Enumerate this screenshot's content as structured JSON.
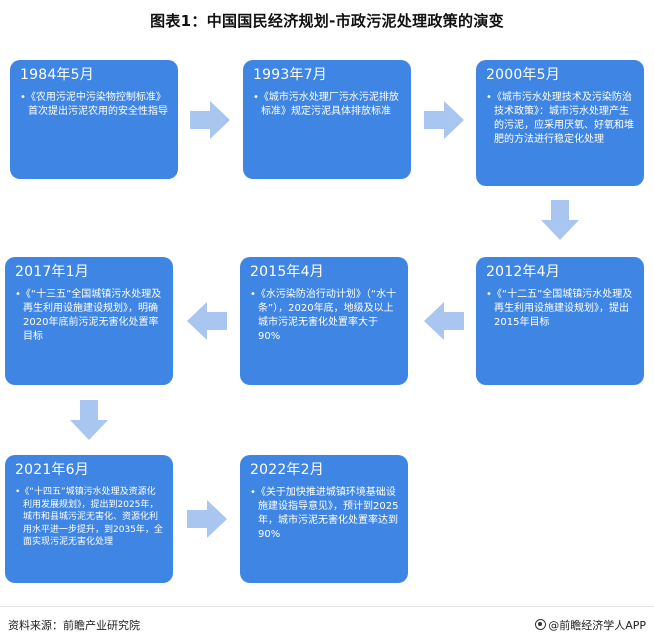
{
  "title": "图表1：中国国民经济规划-市政污泥处理政策的演变",
  "events": [
    {
      "date": "1984年5月",
      "desc": "•《农用污泥中污染物控制标准》首次提出污泥农用的安全性指导"
    },
    {
      "date": "1993年7月",
      "desc": "•《城市污水处理厂污水污泥排放标准》规定污泥具体排放标准"
    },
    {
      "date": "2000年5月",
      "desc": "•《城市污水处理技术及污染防治技术政策》：城市污水处理产生的污泥，应采用厌氧、好氧和堆肥的方法进行稳定化处理"
    },
    {
      "date": "2012年4月",
      "desc": "•《“十二五”全国城镇污水处理及再生利用设施建设规划》，提出2015年目标"
    },
    {
      "date": "2015年4月",
      "desc": "•《水污染防治行动计划》（“水十条”），2020年底，地级及以上城市污泥无害化处置率大于90%"
    },
    {
      "date": "2017年1月",
      "desc": "•《“十三五”全国城镇污水处理及再生利用设施建设规划》，明确2020年底前污泥无害化处置率目标"
    },
    {
      "date": "2021年6月",
      "desc": "•《“十四五”城镇污水处理及资源化利用发展规划》，提出到2025年，城市和县城污泥无害化、资源化利用水平进一步提升，到2035年，全面实现污泥无害化处理"
    },
    {
      "date": "2022年2月",
      "desc": "•《关于加快推进城镇环境基础设施建设指导意见》，预计到2025年，城市污泥无害化处置率达到90%"
    }
  ],
  "footer": {
    "source": "资料来源：前瞻产业研究院",
    "brand": "@前瞻经济学人APP"
  },
  "colors": {
    "box": "#3f86e4",
    "arrow": "#a9c6f0"
  }
}
